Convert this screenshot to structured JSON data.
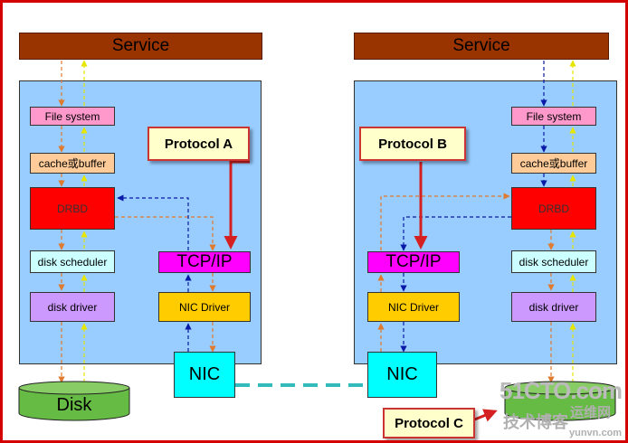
{
  "labels": {
    "service_left": "Service",
    "service_right": "Service",
    "file_system_left": "File system",
    "file_system_right": "File system",
    "cache_left": "cache或buffer",
    "cache_right": "cache或buffer",
    "drbd_left": "DRBD",
    "drbd_right": "DRBD",
    "scheduler_left": "disk scheduler",
    "scheduler_right": "disk scheduler",
    "driver_left": "disk driver",
    "driver_right": "disk driver",
    "tcpip_left": "TCP/IP",
    "tcpip_right": "TCP/IP",
    "nic_driver_left": "NIC Driver",
    "nic_driver_right": "NIC Driver",
    "nic_left": "NIC",
    "nic_right": "NIC",
    "disk_left": "Disk",
    "protocol_a": "Protocol A",
    "protocol_b": "Protocol B",
    "protocol_c": "Protocol C"
  },
  "watermark": {
    "line1": "51CTO.com",
    "line2": "技术博客",
    "line3": "运维网",
    "line4": "yunvn.com"
  },
  "colors": {
    "service": "#993300",
    "panel": "#99ccff",
    "drbd": "#ff0000",
    "tcpip": "#ff00ff",
    "nic": "#00ffff",
    "nic_driver": "#ffcc00",
    "disk": "#66bb44",
    "orange_arrow": "#e07a2e",
    "yellow_arrow": "#e6e600",
    "blue_arrow": "#0a1aa8",
    "red_arrow": "#d42020",
    "nic_link": "#33bbbb"
  }
}
